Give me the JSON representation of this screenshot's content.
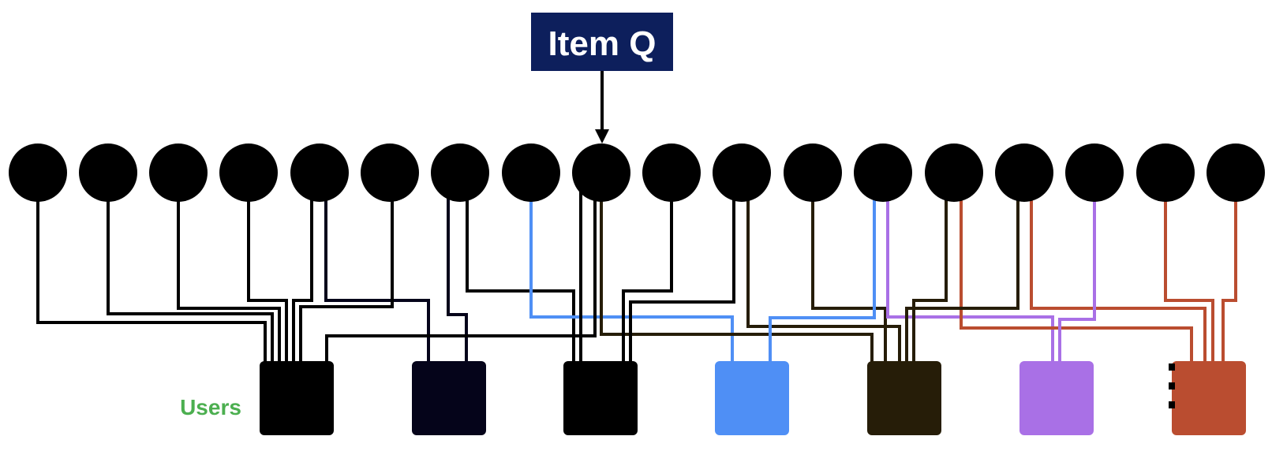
{
  "title_box": {
    "label": "Item Q",
    "color": "#0d1f5c",
    "text_color": "#ffffff"
  },
  "users_label": {
    "text": "Users",
    "color": "#4caf50"
  },
  "colors": {
    "node": "#000000",
    "group_black": "#000000",
    "group_navy": "#05041a",
    "group_blue": "#4f8ff5",
    "group_dark_olive": "#261d08",
    "group_purple": "#a970e6",
    "group_orange": "#ba4d30",
    "background": "#ffffff"
  },
  "nodes": [
    {
      "id": "n1"
    },
    {
      "id": "n2"
    },
    {
      "id": "n3"
    },
    {
      "id": "n4"
    },
    {
      "id": "n5"
    },
    {
      "id": "n6"
    },
    {
      "id": "n7"
    },
    {
      "id": "n8"
    },
    {
      "id": "n9"
    },
    {
      "id": "n10"
    },
    {
      "id": "n11"
    },
    {
      "id": "n12"
    },
    {
      "id": "n13"
    },
    {
      "id": "n14"
    },
    {
      "id": "n15"
    },
    {
      "id": "n16"
    },
    {
      "id": "n17"
    },
    {
      "id": "n18"
    }
  ],
  "groups": [
    {
      "id": "group-black-1",
      "color_key": "group_black"
    },
    {
      "id": "group-navy",
      "color_key": "group_navy"
    },
    {
      "id": "group-black-2",
      "color_key": "group_black"
    },
    {
      "id": "group-blue",
      "color_key": "group_blue"
    },
    {
      "id": "group-dark-olive",
      "color_key": "group_dark_olive"
    },
    {
      "id": "group-purple",
      "color_key": "group_purple"
    },
    {
      "id": "group-orange",
      "color_key": "group_orange"
    }
  ],
  "edges": [
    {
      "from": "n1",
      "to": "group-black-1",
      "color_key": "group_black"
    },
    {
      "from": "n2",
      "to": "group-black-1",
      "color_key": "group_black"
    },
    {
      "from": "n3",
      "to": "group-black-1",
      "color_key": "group_black"
    },
    {
      "from": "n4",
      "to": "group-black-1",
      "color_key": "group_black"
    },
    {
      "from": "n5",
      "to": "group-black-1",
      "color_key": "group_black"
    },
    {
      "from": "n5",
      "to": "group-navy",
      "color_key": "group_navy"
    },
    {
      "from": "n6",
      "to": "group-black-1",
      "color_key": "group_black"
    },
    {
      "from": "n7",
      "to": "group-navy",
      "color_key": "group_navy"
    },
    {
      "from": "n7",
      "to": "group-black-2",
      "color_key": "group_black"
    },
    {
      "from": "n8",
      "to": "group-blue",
      "color_key": "group_blue"
    },
    {
      "from": "n9",
      "to": "group-black-1",
      "color_key": "group_black"
    },
    {
      "from": "n9",
      "to": "group-black-2",
      "color_key": "group_black"
    },
    {
      "from": "n9",
      "to": "group-dark-olive",
      "color_key": "group_dark_olive"
    },
    {
      "from": "n10",
      "to": "group-black-2",
      "color_key": "group_black"
    },
    {
      "from": "n11",
      "to": "group-black-2",
      "color_key": "group_black"
    },
    {
      "from": "n11",
      "to": "group-dark-olive",
      "color_key": "group_dark_olive"
    },
    {
      "from": "n12",
      "to": "group-dark-olive",
      "color_key": "group_dark_olive"
    },
    {
      "from": "n13",
      "to": "group-blue",
      "color_key": "group_blue"
    },
    {
      "from": "n13",
      "to": "group-purple",
      "color_key": "group_purple"
    },
    {
      "from": "n14",
      "to": "group-dark-olive",
      "color_key": "group_dark_olive"
    },
    {
      "from": "n14",
      "to": "group-orange",
      "color_key": "group_orange"
    },
    {
      "from": "n15",
      "to": "group-dark-olive",
      "color_key": "group_dark_olive"
    },
    {
      "from": "n15",
      "to": "group-orange",
      "color_key": "group_orange"
    },
    {
      "from": "n16",
      "to": "group-purple",
      "color_key": "group_purple"
    },
    {
      "from": "n17",
      "to": "group-orange",
      "color_key": "group_orange"
    },
    {
      "from": "n18",
      "to": "group-orange",
      "color_key": "group_orange"
    }
  ],
  "pointer": {
    "from": "title_box",
    "to": "n9"
  }
}
